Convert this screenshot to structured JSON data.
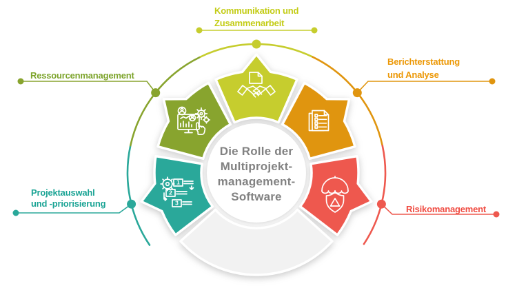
{
  "center_title": {
    "lines": [
      "Die Rolle der",
      "Multiprojekt-",
      "management-",
      "Software"
    ],
    "color": "#828282"
  },
  "segments": [
    {
      "id": "kommunikation",
      "label_lines": [
        "Kommunikation und",
        "Zusammenarbeit"
      ],
      "color": "#c6cd2e",
      "text_color": "#c3cc15",
      "icon": "handshake-document-icon"
    },
    {
      "id": "berichterstattung",
      "label_lines": [
        "Berichterstattung",
        "und Analyse"
      ],
      "color": "#e0950f",
      "text_color": "#ec9806",
      "icon": "report-documents-icon"
    },
    {
      "id": "risiko",
      "label_lines": [
        "Risikomanagement"
      ],
      "color": "#ee584e",
      "text_color": "#f04b41",
      "icon": "umbrella-shield-icon"
    },
    {
      "id": "projektauswahl",
      "label_lines": [
        "Projektauswahl",
        "und -priorisierung"
      ],
      "color": "#2aa89a",
      "text_color": "#1ba495",
      "icon": "numbered-list-gear-icon",
      "icon_numbers": [
        "1",
        "2",
        "3"
      ]
    },
    {
      "id": "ressourcen",
      "label_lines": [
        "Ressourcenmanagement"
      ],
      "color": "#88a42e",
      "text_color": "#7da42c",
      "icon": "monitor-gears-hand-icon"
    }
  ],
  "ring": {
    "empty_color": "#f2f2f2",
    "border_color": "#ffffff"
  },
  "background_color": "#ffffff"
}
